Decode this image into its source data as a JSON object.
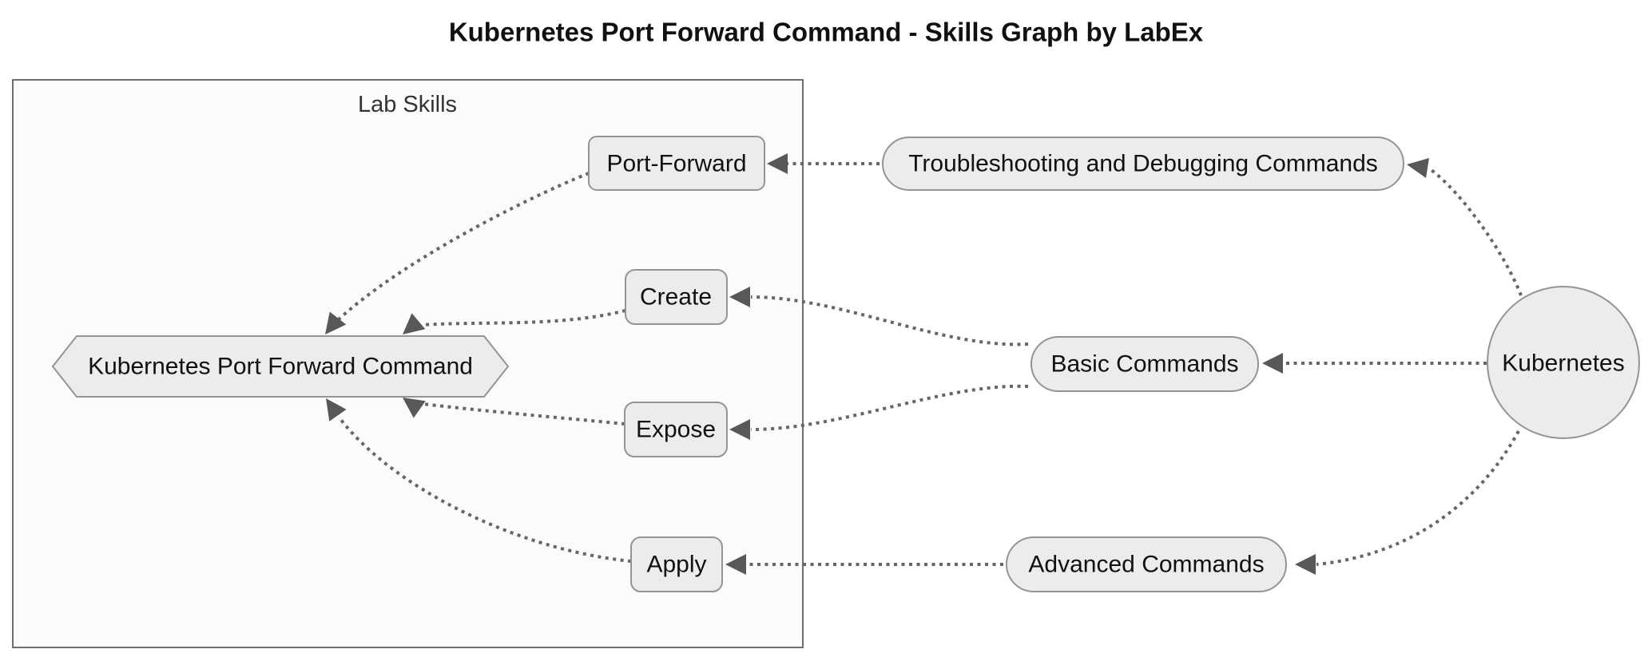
{
  "diagram": {
    "title": "Kubernetes Port Forward Command - Skills Graph by LabEx",
    "cluster": {
      "label": "Lab Skills"
    },
    "nodes": {
      "kpfc": {
        "label": "Kubernetes Port Forward Command",
        "shape": "hexagon"
      },
      "port_forward": {
        "label": "Port-Forward",
        "shape": "rounded-rect"
      },
      "create": {
        "label": "Create",
        "shape": "rounded-rect"
      },
      "expose": {
        "label": "Expose",
        "shape": "rounded-rect"
      },
      "apply": {
        "label": "Apply",
        "shape": "rounded-rect"
      },
      "troubleshooting": {
        "label": "Troubleshooting and Debugging Commands",
        "shape": "stadium"
      },
      "basic": {
        "label": "Basic Commands",
        "shape": "stadium"
      },
      "advanced": {
        "label": "Advanced Commands",
        "shape": "stadium"
      },
      "kubernetes": {
        "label": "Kubernetes",
        "shape": "circle"
      }
    },
    "edges": [
      {
        "from": "Kubernetes",
        "to": "Troubleshooting and Debugging Commands",
        "style": "dotted-arrow"
      },
      {
        "from": "Kubernetes",
        "to": "Basic Commands",
        "style": "dotted-arrow"
      },
      {
        "from": "Kubernetes",
        "to": "Advanced Commands",
        "style": "dotted-arrow"
      },
      {
        "from": "Troubleshooting and Debugging Commands",
        "to": "Port-Forward",
        "style": "dotted-arrow"
      },
      {
        "from": "Basic Commands",
        "to": "Create",
        "style": "dotted-arrow"
      },
      {
        "from": "Basic Commands",
        "to": "Expose",
        "style": "dotted-arrow"
      },
      {
        "from": "Advanced Commands",
        "to": "Apply",
        "style": "dotted-arrow"
      },
      {
        "from": "Port-Forward",
        "to": "Kubernetes Port Forward Command",
        "style": "dotted-arrow"
      },
      {
        "from": "Create",
        "to": "Kubernetes Port Forward Command",
        "style": "dotted-arrow"
      },
      {
        "from": "Expose",
        "to": "Kubernetes Port Forward Command",
        "style": "dotted-arrow"
      },
      {
        "from": "Apply",
        "to": "Kubernetes Port Forward Command",
        "style": "dotted-arrow"
      }
    ],
    "colors": {
      "node_fill": "#ececec",
      "node_stroke": "#949494",
      "cluster_fill": "#fbfbfb",
      "cluster_stroke": "#6f6f6f",
      "edge_stroke": "#666666",
      "arrow_fill": "#585858",
      "text": "#111111",
      "cluster_label_text": "#333333",
      "background": "#ffffff"
    }
  }
}
